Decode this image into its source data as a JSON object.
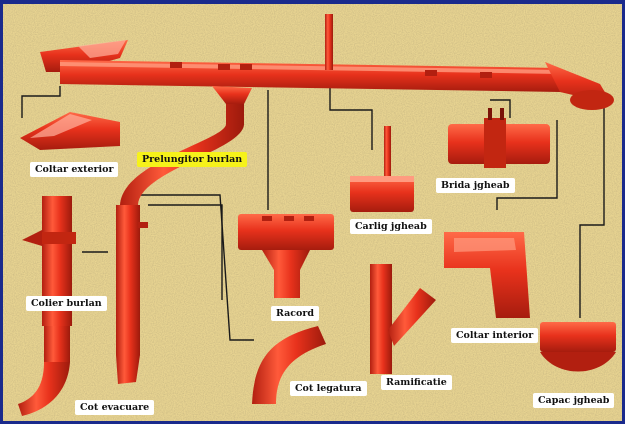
{
  "colors": {
    "frame": "#1a2a8c",
    "wall_base": "#e8d491",
    "pipe_red": "#e8321c",
    "pipe_dark": "#b21f10",
    "highlight_label": "#f6f21a",
    "label_bg": "#ffffff",
    "leader_line": "#1a1a1a"
  },
  "labels": {
    "coltar_exterior": "Coltar exterior",
    "prelungitor_burlan": "Prelungitor burlan",
    "brida_jgheab": "Brida jgheab",
    "carlig_jgheab": "Carlig jgheab",
    "colier_burlan": "Colier burlan",
    "racord": "Racord",
    "coltar_interior": "Coltar interior",
    "cot_legatura": "Cot legatura",
    "ramificatie": "Ramificatie",
    "capac_jgheab": "Capac jgheab",
    "cot_evacuare": "Cot evacuare"
  }
}
